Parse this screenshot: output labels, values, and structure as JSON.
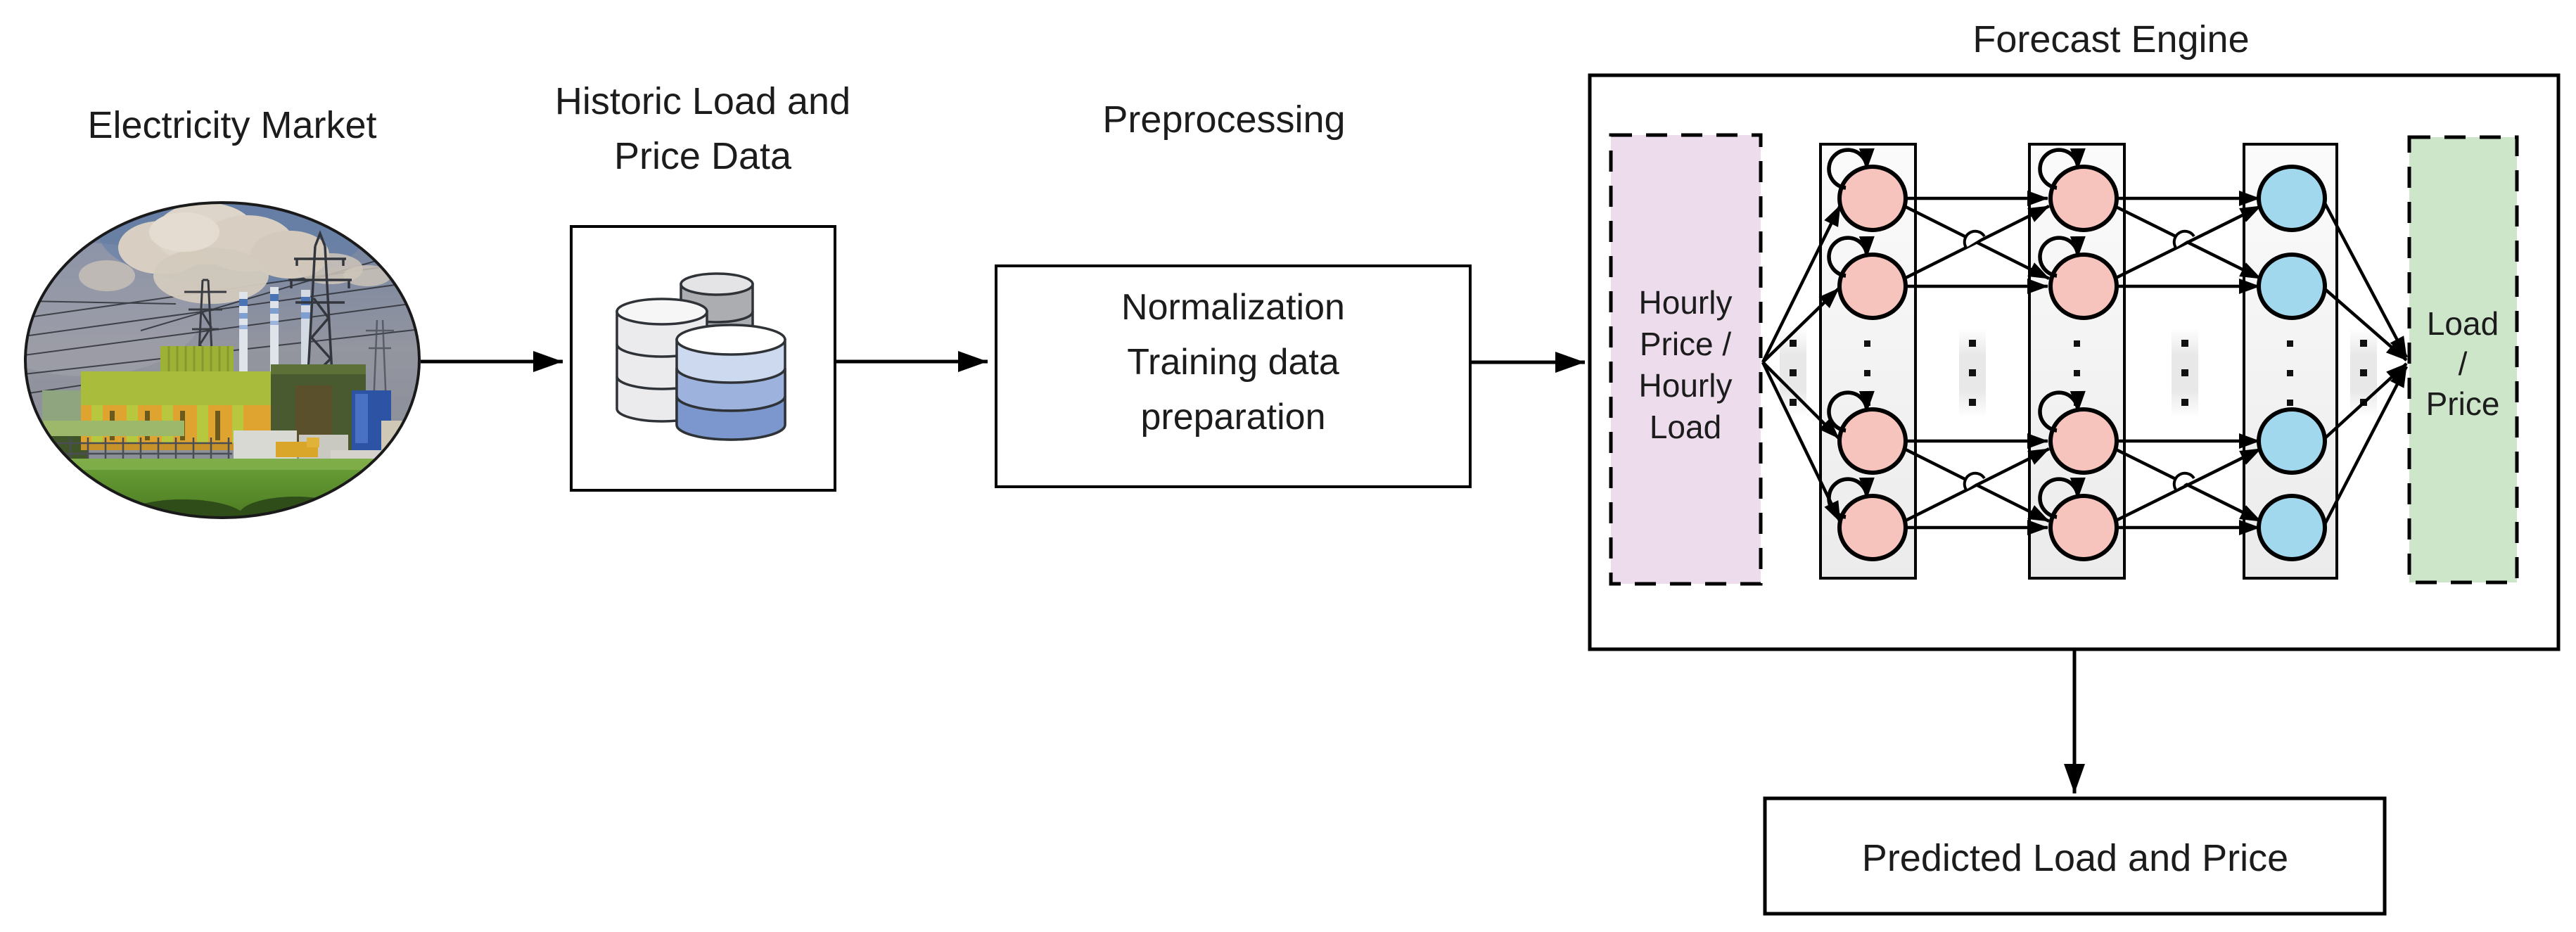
{
  "diagram": {
    "market": {
      "label": "Electricity Market"
    },
    "historic": {
      "label_lines": [
        "Historic Load and",
        "Price Data"
      ]
    },
    "preprocessing": {
      "label": "Preprocessing",
      "body_lines": [
        "Normalization",
        "Training data",
        "preparation"
      ]
    },
    "forecast": {
      "label": "Forecast Engine",
      "input_lines": [
        "Hourly",
        "Price /",
        "Hourly",
        "Load"
      ],
      "output_lines": [
        "Load",
        "/",
        "Price"
      ]
    },
    "predicted": {
      "label": "Predicted Load and Price"
    },
    "icons": {
      "market_image": "power-plant-photo",
      "historic_icon": "database-stack-icon",
      "hidden_neuron": "recurrent-neuron-icon",
      "output_neuron": "neuron-icon",
      "ellipsis": "vertical-ellipsis-dots"
    },
    "colors": {
      "neuron_pink": "#f6c4bc",
      "neuron_blue": "#a2d8ee",
      "input_box_fill": "#ecdcec",
      "output_box_fill": "#cde5c8",
      "layer_fill": "#f6f6f6",
      "line": "#000000"
    }
  }
}
